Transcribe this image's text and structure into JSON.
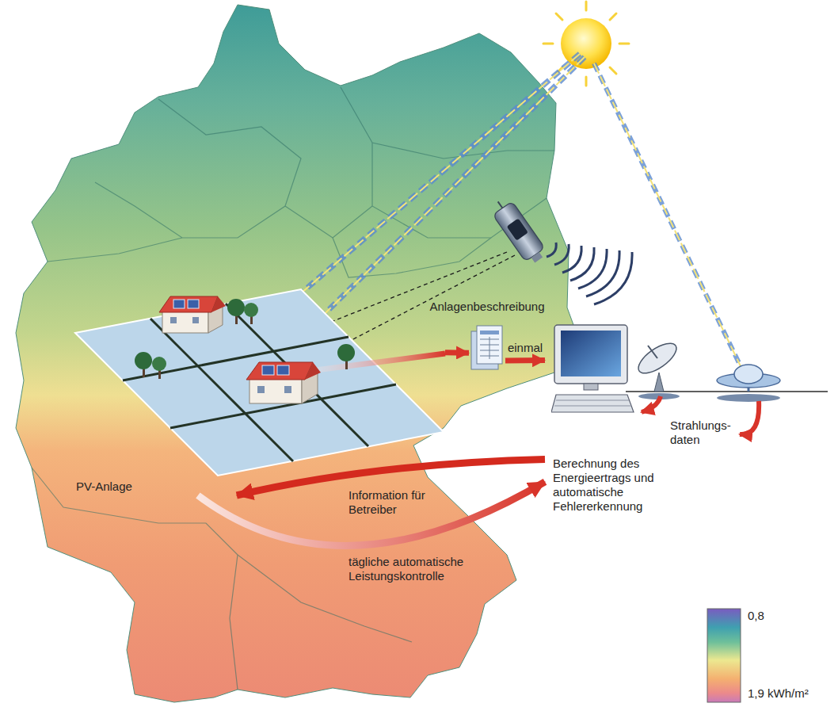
{
  "diagram": {
    "nodes": [
      {
        "text": [
          "PV-Anlage"
        ]
      },
      {
        "text": [
          "Anlagenbeschreibung"
        ]
      },
      {
        "text": [
          "Berechnung des Energieertrags und automatische Fehlererkennung"
        ]
      }
    ],
    "edges": [
      {
        "from": 0,
        "to": 1,
        "arrow": "to"
      },
      {
        "from": 1,
        "to": 2,
        "label": "einmal",
        "arrow": "to"
      },
      {
        "from": 2,
        "to": 0,
        "label": "Information für Betreiber",
        "arrow": "to"
      },
      {
        "from": 0,
        "to": 2,
        "label": "tägliche automatische Leistungskontrolle",
        "arrow": "to"
      }
    ],
    "labels": [
      "Strahlungs- daten",
      "0,8",
      "1,9 kWh/m²"
    ]
  }
}
